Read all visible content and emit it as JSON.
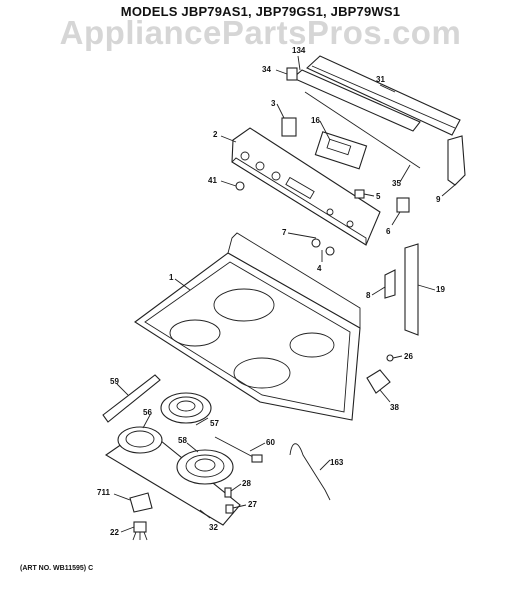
{
  "header": {
    "title": "MODELS JBP79AS1, JBP79GS1, JBP79WS1",
    "watermark": "AppliancePartsPros.com"
  },
  "footer": {
    "art_no": "(ART NO. WB11595) C"
  },
  "callouts": [
    "134",
    "34",
    "31",
    "3",
    "16",
    "2",
    "41",
    "5",
    "35",
    "9",
    "6",
    "7",
    "4",
    "1",
    "8",
    "19",
    "26",
    "59",
    "56",
    "57",
    "38",
    "58",
    "60",
    "163",
    "28",
    "711",
    "27",
    "22",
    "32"
  ]
}
